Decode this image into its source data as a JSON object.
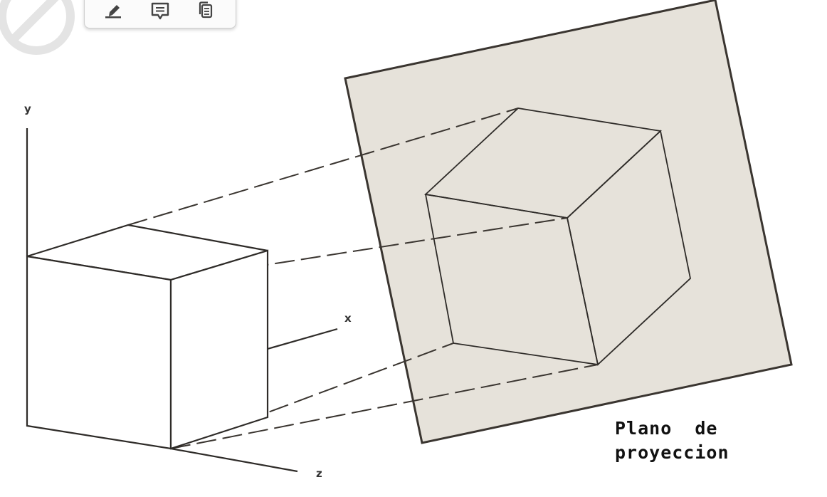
{
  "toolbar": {
    "buttons": [
      {
        "icon": "highlight-pen-icon"
      },
      {
        "icon": "comment-icon"
      },
      {
        "icon": "copy-icon"
      }
    ]
  },
  "badge": {
    "icon": "blocked-circle-icon"
  },
  "axes": {
    "y_label": "y",
    "x_label": "x",
    "z_label": "z"
  },
  "plane": {
    "label_line1": "Plano  de",
    "label_line2": "proyeccion",
    "color": "#e6e2da"
  }
}
